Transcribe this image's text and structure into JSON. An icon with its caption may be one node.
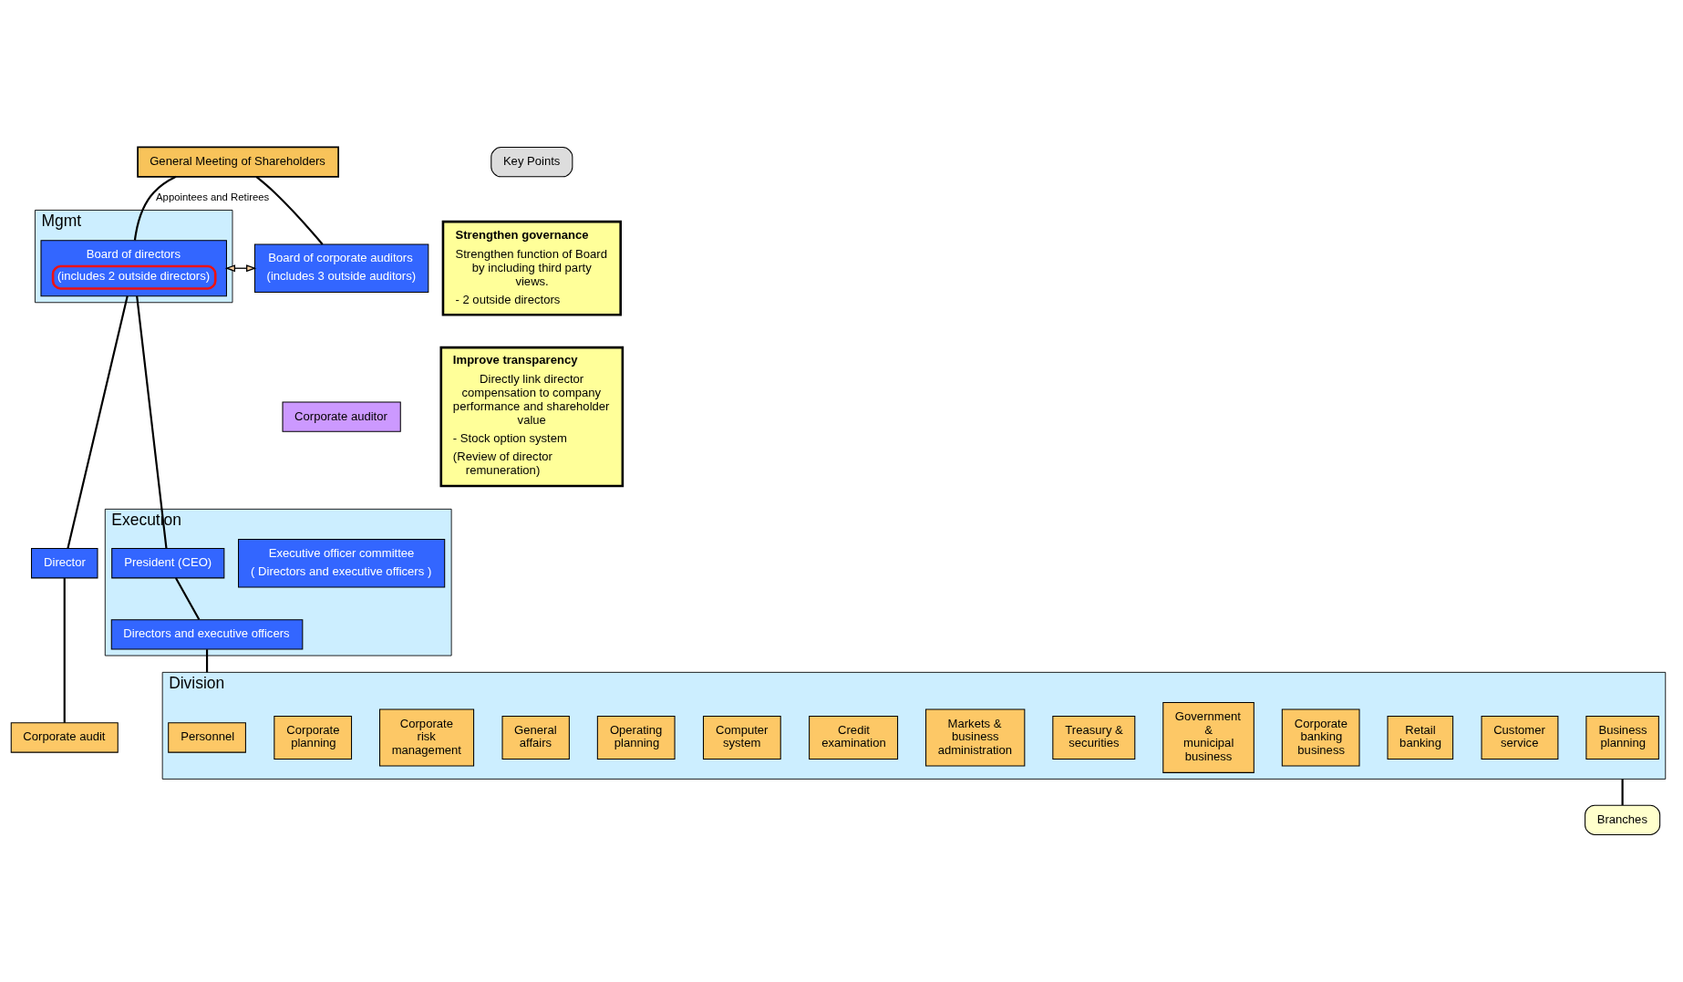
{
  "diagram": {
    "nodes": [
      {
        "text": [
          "General Meeting of Shareholders"
        ]
      },
      {
        "text": [
          "Key Points"
        ]
      },
      {
        "text": [
          "Mgmt"
        ]
      },
      {
        "text": [
          "Board of directors",
          "(includes 2 outside directors)"
        ],
        "in": 2
      },
      {
        "text": [
          "Board of corporate auditors",
          "(includes 3 outside auditors)"
        ]
      },
      {
        "text": [
          "Corporate auditor"
        ]
      },
      {
        "text": [
          "Strengthen governance",
          "Strengthen function of Board by including third party views.",
          "- 2 outside directors"
        ]
      },
      {
        "text": [
          "Execution"
        ]
      },
      {
        "text": [
          "President (CEO)"
        ],
        "in": 7
      },
      {
        "text": [
          "Executive officer committee",
          "( Directors and executive officers )"
        ],
        "in": 7
      },
      {
        "text": [
          "Directors and executive officers"
        ],
        "in": 7
      },
      {
        "text": [
          "Improve transparency",
          "Directly link director compensation to company performance and shareholder value",
          "- Stock option system",
          "(Review of director remuneration)"
        ]
      },
      {
        "text": [
          "Director"
        ]
      },
      {
        "text": [
          "Corporate audit"
        ]
      },
      {
        "text": [
          "Division"
        ]
      },
      {
        "text": [
          "Personnel"
        ],
        "in": 14
      },
      {
        "text": [
          "Corporate planning"
        ],
        "in": 14
      },
      {
        "text": [
          "Corporate risk management"
        ],
        "in": 14
      },
      {
        "text": [
          "General affairs"
        ],
        "in": 14
      },
      {
        "text": [
          "Operating planning"
        ],
        "in": 14
      },
      {
        "text": [
          "Computer system"
        ],
        "in": 14
      },
      {
        "text": [
          "Credit examination"
        ],
        "in": 14
      },
      {
        "text": [
          "Markets & business administration"
        ],
        "in": 14
      },
      {
        "text": [
          "Treasury & securities"
        ],
        "in": 14
      },
      {
        "text": [
          "Government & municipal business"
        ],
        "in": 14
      },
      {
        "text": [
          "Corporate banking business"
        ],
        "in": 14
      },
      {
        "text": [
          "Retail banking"
        ],
        "in": 14
      },
      {
        "text": [
          "Customer service"
        ],
        "in": 14
      },
      {
        "text": [
          "Business planning"
        ],
        "in": 14
      },
      {
        "text": [
          "Branches"
        ]
      }
    ],
    "edges": [
      {
        "from": 0,
        "to": 3,
        "arrow": "none",
        "label": "Appointees and Retirees"
      },
      {
        "from": 0,
        "to": 4,
        "arrow": "none"
      },
      {
        "from": 3,
        "to": 4,
        "arrow": "both"
      },
      {
        "from": 3,
        "to": 8,
        "arrow": "none"
      },
      {
        "from": 3,
        "to": 12,
        "arrow": "none"
      },
      {
        "from": 12,
        "to": 13,
        "arrow": "none"
      },
      {
        "from": 8,
        "to": 10,
        "arrow": "none"
      },
      {
        "from": 10,
        "to": 14,
        "arrow": "none"
      },
      {
        "from": 14,
        "to": 29,
        "arrow": "none"
      }
    ]
  }
}
